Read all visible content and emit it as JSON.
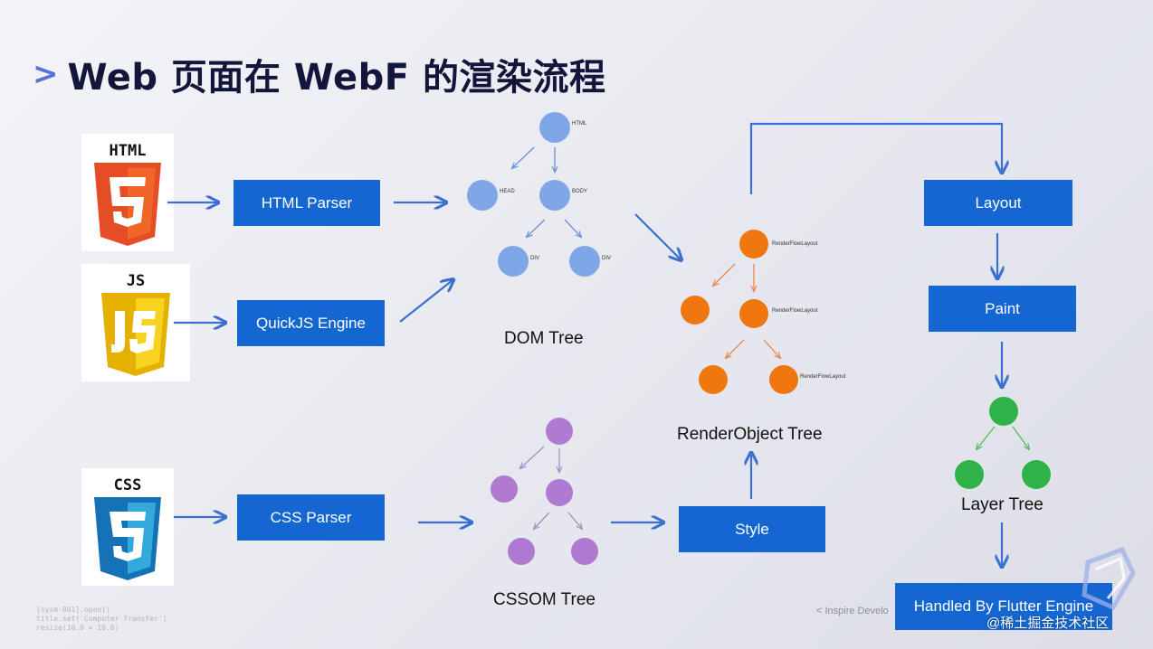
{
  "title": {
    "chevron": ">",
    "text": "Web 页面在 WebF 的渲染流程"
  },
  "logos": {
    "html": "HTML",
    "js": "JS",
    "css": "CSS"
  },
  "boxes": {
    "html_parser": "HTML Parser",
    "quickjs_engine": "QuickJS Engine",
    "css_parser": "CSS Parser",
    "style": "Style",
    "layout": "Layout",
    "paint": "Paint",
    "flutter_engine": "Handled By Flutter Engine"
  },
  "trees": {
    "dom": {
      "label": "DOM Tree",
      "nodes": [
        "HTML",
        "HEAD",
        "BODY",
        "DIV",
        "DIV"
      ]
    },
    "cssom": {
      "label": "CSSOM Tree"
    },
    "render_object": {
      "label": "RenderObject Tree",
      "nodes": [
        "RenderFlowLayout",
        "RenderFlowLayout",
        "RenderFlowLayout"
      ]
    },
    "layer": {
      "label": "Layer Tree"
    }
  },
  "colors": {
    "box_blue": "#1466d0",
    "arrow_blue": "#3b6fd0",
    "dom_node": "#7fa6e6",
    "render_node": "#f0760f",
    "cssom_node": "#b07ad2",
    "layer_node": "#2fb349"
  },
  "footer": {
    "code": "[sysm-001].open()\ntitle.set('Computer Transfer')\nresize(10.0 × 10.0)",
    "note": "< Inspire Develo",
    "watermark": "@稀土掘金技术社区"
  }
}
